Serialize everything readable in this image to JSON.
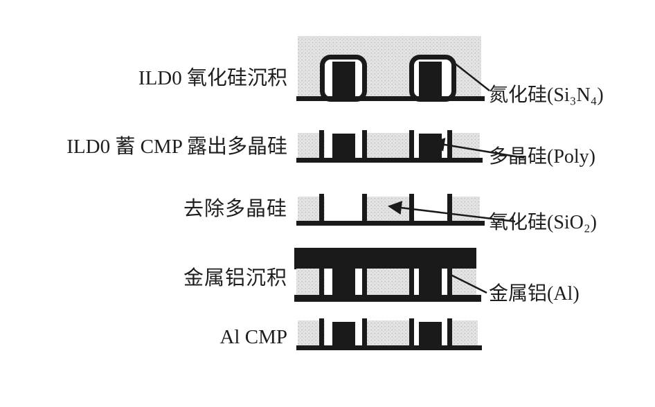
{
  "figure": {
    "colors": {
      "background": "#ffffff",
      "ink": "#1a1a1a",
      "oxide_fill": "#e4e4e4",
      "oxide_speckle": "#bfbfbf",
      "text": "#1e1e1e"
    },
    "steps": [
      {
        "label": "ILD0 氧化硅沉积"
      },
      {
        "label": "ILD0 蓄 CMP 露出多晶硅"
      },
      {
        "label": "去除多晶硅"
      },
      {
        "label": "金属铝沉积"
      },
      {
        "label": "Al CMP"
      }
    ],
    "callouts": [
      {
        "label": "氮化硅(Si₃N₄)"
      },
      {
        "label": "多晶硅(Poly)"
      },
      {
        "label": "氧化硅(SiO₂)"
      },
      {
        "label": "金属铝(Al)"
      }
    ]
  }
}
